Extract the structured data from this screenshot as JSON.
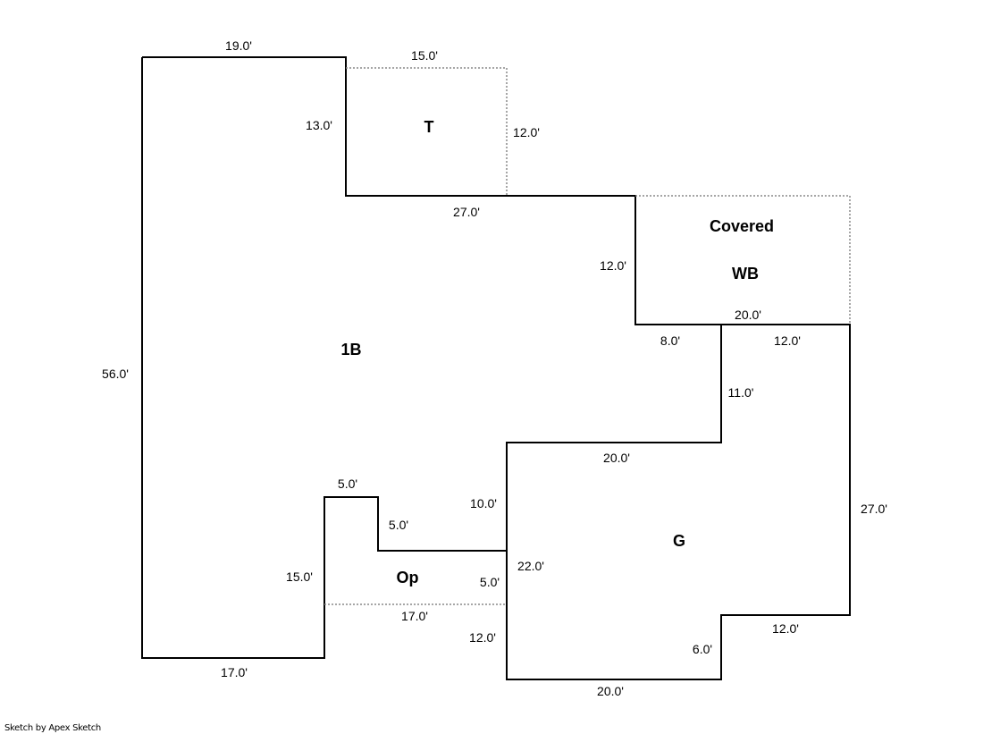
{
  "areas": {
    "main": "1B",
    "t": "T",
    "covered_line1": "Covered",
    "covered_line2": "WB",
    "garage": "G",
    "porch": "Op"
  },
  "dimensions": {
    "main_top": "19.0'",
    "t_top": "15.0'",
    "t_left": "13.0'",
    "t_right": "12.0'",
    "main_mid_top": "27.0'",
    "wb_left": "12.0'",
    "wb_bottom": "20.0'",
    "step_8": "8.0'",
    "g_top_right": "12.0'",
    "g_notch_11": "11.0'",
    "main_left": "56.0'",
    "g_top_left": "20.0'",
    "notch_top": "5.0'",
    "notch_right": "5.0'",
    "g_left_upper": "10.0'",
    "porch_left": "15.0'",
    "porch_right": "5.0'",
    "g_left": "22.0'",
    "porch_bottom": "17.0'",
    "g_right": "27.0'",
    "g_bottom_right": "12.0'",
    "g_left_lower": "12.0'",
    "g_step_6": "6.0'",
    "main_bottom": "17.0'",
    "g_bottom": "20.0'"
  },
  "credit": "Sketch by Apex Sketch"
}
